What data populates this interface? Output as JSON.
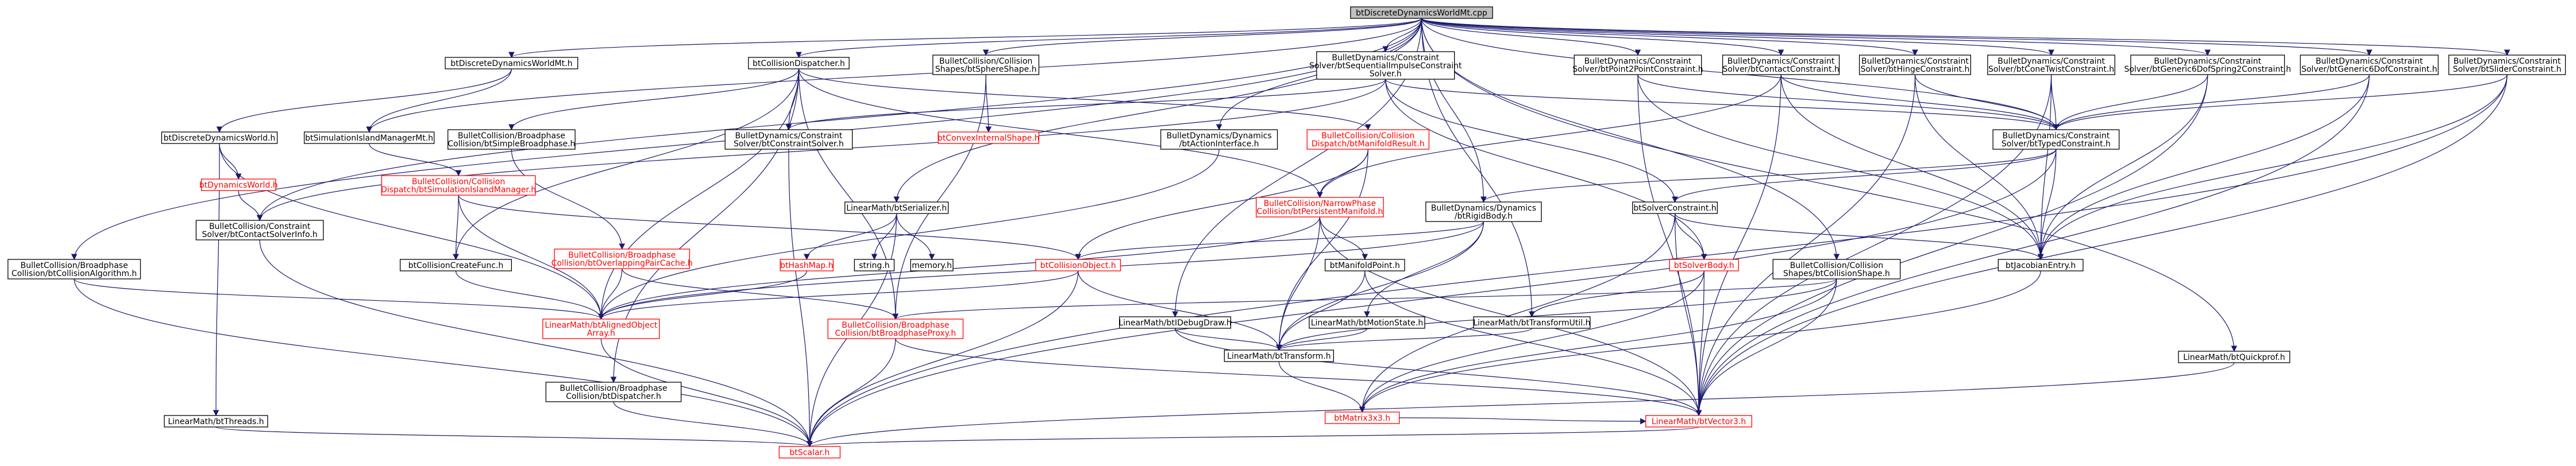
{
  "colors": {
    "root_fill": "#bfbfbf",
    "node_fill": "#ffffff",
    "node_stroke": "#000000",
    "incomplete_stroke": "#ff0000",
    "edge": "#191970",
    "text_normal": "#000000",
    "text_incomplete": "#ff0000"
  },
  "nodes": [
    {
      "id": "root",
      "lines": [
        "btDiscreteDynamicsWorldMt.cpp"
      ],
      "root": true
    },
    {
      "id": "dwmt_h",
      "lines": [
        "btDiscreteDynamicsWorldMt.h"
      ]
    },
    {
      "id": "coll_disp_h",
      "lines": [
        "btCollisionDispatcher.h"
      ]
    },
    {
      "id": "sphere_h",
      "lines": [
        "BulletCollision/Collision",
        "Shapes/btSphereShape.h"
      ]
    },
    {
      "id": "seq_solver_h",
      "lines": [
        "BulletDynamics/Constraint",
        "Solver/btSequentialImpulseConstraint",
        "Solver.h"
      ]
    },
    {
      "id": "p2p_h",
      "lines": [
        "BulletDynamics/Constraint",
        "Solver/btPoint2PointConstraint.h"
      ]
    },
    {
      "id": "contact_c_h",
      "lines": [
        "BulletDynamics/Constraint",
        "Solver/btContactConstraint.h"
      ]
    },
    {
      "id": "hinge_h",
      "lines": [
        "BulletDynamics/Constraint",
        "Solver/btHingeConstraint.h"
      ]
    },
    {
      "id": "cone_h",
      "lines": [
        "BulletDynamics/Constraint",
        "Solver/btConeTwistConstraint.h"
      ]
    },
    {
      "id": "g6s2_h",
      "lines": [
        "BulletDynamics/Constraint",
        "Solver/btGeneric6DofSpring2Constraint.h"
      ]
    },
    {
      "id": "g6_h",
      "lines": [
        "BulletDynamics/Constraint",
        "Solver/btGeneric6DofConstraint.h"
      ]
    },
    {
      "id": "slider_h",
      "lines": [
        "BulletDynamics/Constraint",
        "Solver/btSliderConstraint.h"
      ]
    },
    {
      "id": "ddw_h",
      "lines": [
        "btDiscreteDynamicsWorld.h"
      ]
    },
    {
      "id": "sim_island_mt_h",
      "lines": [
        "btSimulationIslandManagerMt.h"
      ]
    },
    {
      "id": "simple_bp_h",
      "lines": [
        "BulletCollision/Broadphase",
        "Collision/btSimpleBroadphase.h"
      ]
    },
    {
      "id": "constraint_solver_h",
      "lines": [
        "BulletDynamics/Constraint",
        "Solver/btConstraintSolver.h"
      ]
    },
    {
      "id": "convex_internal_h",
      "lines": [
        "btConvexInternalShape.h"
      ],
      "incomplete": true
    },
    {
      "id": "action_if_h",
      "lines": [
        "BulletDynamics/Dynamics",
        "/btActionInterface.h"
      ]
    },
    {
      "id": "manifold_result_h",
      "lines": [
        "BulletCollision/Collision",
        "Dispatch/btManifoldResult.h"
      ],
      "incomplete": true
    },
    {
      "id": "typed_c_h",
      "lines": [
        "BulletDynamics/Constraint",
        "Solver/btTypedConstraint.h"
      ]
    },
    {
      "id": "dyn_world_h",
      "lines": [
        "btDynamicsWorld.h"
      ],
      "incomplete": true
    },
    {
      "id": "sim_island_h",
      "lines": [
        "BulletCollision/Collision",
        "Dispatch/btSimulationIslandManager.h"
      ],
      "incomplete": true
    },
    {
      "id": "serializer_h",
      "lines": [
        "LinearMath/btSerializer.h"
      ]
    },
    {
      "id": "persistent_h",
      "lines": [
        "BulletCollision/NarrowPhase",
        "Collision/btPersistentManifold.h"
      ],
      "incomplete": true
    },
    {
      "id": "rigid_body_h",
      "lines": [
        "BulletDynamics/Dynamics",
        "/btRigidBody.h"
      ]
    },
    {
      "id": "solver_c_h",
      "lines": [
        "btSolverConstraint.h"
      ]
    },
    {
      "id": "contact_solver_info_h",
      "lines": [
        "BulletCollision/Constraint",
        "Solver/btContactSolverInfo.h"
      ]
    },
    {
      "id": "collision_algo_h",
      "lines": [
        "BulletCollision/Broadphase",
        "Collision/btCollisionAlgorithm.h"
      ]
    },
    {
      "id": "coll_create_func_h",
      "lines": [
        "btCollisionCreateFunc.h"
      ]
    },
    {
      "id": "overlap_cache_h",
      "lines": [
        "BulletCollision/Broadphase",
        "Collision/btOverlappingPairCache.h"
      ],
      "incomplete": true
    },
    {
      "id": "hashmap_h",
      "lines": [
        "btHashMap.h"
      ],
      "incomplete": true
    },
    {
      "id": "string_h",
      "lines": [
        "string.h"
      ]
    },
    {
      "id": "memory_h",
      "lines": [
        "memory.h"
      ]
    },
    {
      "id": "coll_obj_h",
      "lines": [
        "btCollisionObject.h"
      ],
      "incomplete": true
    },
    {
      "id": "manifold_point_h",
      "lines": [
        "btManifoldPoint.h"
      ]
    },
    {
      "id": "solver_body_h",
      "lines": [
        "btSolverBody.h"
      ],
      "incomplete": true
    },
    {
      "id": "coll_shape_h",
      "lines": [
        "BulletCollision/Collision",
        "Shapes/btCollisionShape.h"
      ]
    },
    {
      "id": "jacobian_h",
      "lines": [
        "btJacobianEntry.h"
      ]
    },
    {
      "id": "aligned_array_h",
      "lines": [
        "LinearMath/btAlignedObject",
        "Array.h"
      ],
      "incomplete": true
    },
    {
      "id": "bp_proxy_h",
      "lines": [
        "BulletCollision/Broadphase",
        "Collision/btBroadphaseProxy.h"
      ],
      "incomplete": true
    },
    {
      "id": "debug_draw_h",
      "lines": [
        "LinearMath/btIDebugDraw.h"
      ]
    },
    {
      "id": "motion_state_h",
      "lines": [
        "LinearMath/btMotionState.h"
      ]
    },
    {
      "id": "transform_util_h",
      "lines": [
        "LinearMath/btTransformUtil.h"
      ]
    },
    {
      "id": "quickprof_h",
      "lines": [
        "LinearMath/btQuickprof.h"
      ]
    },
    {
      "id": "dispatcher_h",
      "lines": [
        "BulletCollision/Broadphase",
        "Collision/btDispatcher.h"
      ]
    },
    {
      "id": "transform_h",
      "lines": [
        "LinearMath/btTransform.h"
      ]
    },
    {
      "id": "threads_h",
      "lines": [
        "LinearMath/btThreads.h"
      ]
    },
    {
      "id": "matrix_h",
      "lines": [
        "btMatrix3x3.h"
      ],
      "incomplete": true
    },
    {
      "id": "vector3_h",
      "lines": [
        "LinearMath/btVector3.h"
      ],
      "incomplete": true
    },
    {
      "id": "scalar_h",
      "lines": [
        "btScalar.h"
      ],
      "incomplete": true
    }
  ],
  "edges": [
    [
      "root",
      "dwmt_h"
    ],
    [
      "root",
      "coll_disp_h"
    ],
    [
      "root",
      "sphere_h"
    ],
    [
      "root",
      "seq_solver_h"
    ],
    [
      "root",
      "p2p_h"
    ],
    [
      "root",
      "contact_c_h"
    ],
    [
      "root",
      "hinge_h"
    ],
    [
      "root",
      "cone_h"
    ],
    [
      "root",
      "g6s2_h"
    ],
    [
      "root",
      "g6_h"
    ],
    [
      "root",
      "slider_h"
    ],
    [
      "root",
      "sim_island_mt_h"
    ],
    [
      "root",
      "serializer_h"
    ],
    [
      "root",
      "collision_algo_h"
    ],
    [
      "root",
      "contact_solver_info_h"
    ],
    [
      "root",
      "action_if_h"
    ],
    [
      "root",
      "rigid_body_h"
    ],
    [
      "root",
      "coll_shape_h"
    ],
    [
      "root",
      "debug_draw_h"
    ],
    [
      "root",
      "transform_util_h"
    ],
    [
      "root",
      "quickprof_h"
    ],
    [
      "root",
      "typed_c_h"
    ],
    [
      "dwmt_h",
      "ddw_h"
    ],
    [
      "dwmt_h",
      "sim_island_mt_h"
    ],
    [
      "ddw_h",
      "dyn_world_h"
    ],
    [
      "ddw_h",
      "threads_h"
    ],
    [
      "ddw_h",
      "aligned_array_h"
    ],
    [
      "dyn_world_h",
      "contact_solver_info_h"
    ],
    [
      "sim_island_mt_h",
      "sim_island_h"
    ],
    [
      "sim_island_h",
      "coll_create_func_h"
    ],
    [
      "sim_island_h",
      "aligned_array_h"
    ],
    [
      "sim_island_h",
      "coll_obj_h"
    ],
    [
      "coll_disp_h",
      "simple_bp_h"
    ],
    [
      "coll_disp_h",
      "constraint_solver_h"
    ],
    [
      "coll_disp_h",
      "manifold_result_h"
    ],
    [
      "coll_disp_h",
      "coll_create_func_h"
    ],
    [
      "coll_disp_h",
      "dispatcher_h"
    ],
    [
      "coll_disp_h",
      "bp_proxy_h"
    ],
    [
      "coll_disp_h",
      "aligned_array_h"
    ],
    [
      "coll_disp_h",
      "persistent_h"
    ],
    [
      "simple_bp_h",
      "overlap_cache_h"
    ],
    [
      "overlap_cache_h",
      "aligned_array_h"
    ],
    [
      "overlap_cache_h",
      "bp_proxy_h"
    ],
    [
      "sphere_h",
      "convex_internal_h"
    ],
    [
      "sphere_h",
      "bp_proxy_h"
    ],
    [
      "seq_solver_h",
      "constraint_solver_h"
    ],
    [
      "seq_solver_h",
      "solver_c_h"
    ],
    [
      "seq_solver_h",
      "typed_c_h"
    ],
    [
      "seq_solver_h",
      "contact_solver_info_h"
    ],
    [
      "seq_solver_h",
      "solver_body_h"
    ],
    [
      "constraint_solver_h",
      "scalar_h"
    ],
    [
      "action_if_h",
      "aligned_array_h"
    ],
    [
      "manifold_result_h",
      "persistent_h"
    ],
    [
      "manifold_result_h",
      "coll_obj_h"
    ],
    [
      "manifold_result_h",
      "transform_h"
    ],
    [
      "persistent_h",
      "manifold_point_h"
    ],
    [
      "persistent_h",
      "aligned_array_h"
    ],
    [
      "persistent_h",
      "vector3_h"
    ],
    [
      "persistent_h",
      "transform_h"
    ],
    [
      "rigid_body_h",
      "coll_obj_h"
    ],
    [
      "rigid_body_h",
      "motion_state_h"
    ],
    [
      "rigid_body_h",
      "aligned_array_h"
    ],
    [
      "rigid_body_h",
      "transform_h"
    ],
    [
      "typed_c_h",
      "rigid_body_h"
    ],
    [
      "typed_c_h",
      "solver_c_h"
    ],
    [
      "typed_c_h",
      "jacobian_h"
    ],
    [
      "typed_c_h",
      "scalar_h"
    ],
    [
      "p2p_h",
      "typed_c_h"
    ],
    [
      "p2p_h",
      "jacobian_h"
    ],
    [
      "p2p_h",
      "vector3_h"
    ],
    [
      "contact_c_h",
      "typed_c_h"
    ],
    [
      "contact_c_h",
      "persistent_h"
    ],
    [
      "contact_c_h",
      "jacobian_h"
    ],
    [
      "contact_c_h",
      "vector3_h"
    ],
    [
      "hinge_h",
      "typed_c_h"
    ],
    [
      "hinge_h",
      "jacobian_h"
    ],
    [
      "hinge_h",
      "vector3_h"
    ],
    [
      "cone_h",
      "typed_c_h"
    ],
    [
      "cone_h",
      "jacobian_h"
    ],
    [
      "cone_h",
      "vector3_h"
    ],
    [
      "g6s2_h",
      "typed_c_h"
    ],
    [
      "g6s2_h",
      "jacobian_h"
    ],
    [
      "g6s2_h",
      "vector3_h"
    ],
    [
      "g6_h",
      "typed_c_h"
    ],
    [
      "g6_h",
      "jacobian_h"
    ],
    [
      "g6_h",
      "vector3_h"
    ],
    [
      "slider_h",
      "typed_c_h"
    ],
    [
      "slider_h",
      "jacobian_h"
    ],
    [
      "slider_h",
      "vector3_h"
    ],
    [
      "slider_h",
      "scalar_h"
    ],
    [
      "solver_c_h",
      "jacobian_h"
    ],
    [
      "solver_c_h",
      "solver_body_h"
    ],
    [
      "solver_c_h",
      "matrix_h"
    ],
    [
      "solver_c_h",
      "vector3_h"
    ],
    [
      "solver_body_h",
      "transform_util_h"
    ],
    [
      "solver_body_h",
      "matrix_h"
    ],
    [
      "solver_body_h",
      "vector3_h"
    ],
    [
      "jacobian_h",
      "matrix_h"
    ],
    [
      "coll_shape_h",
      "transform_h"
    ],
    [
      "coll_shape_h",
      "bp_proxy_h"
    ],
    [
      "coll_shape_h",
      "vector3_h"
    ],
    [
      "coll_shape_h",
      "matrix_h"
    ],
    [
      "serializer_h",
      "hashmap_h"
    ],
    [
      "serializer_h",
      "string_h"
    ],
    [
      "serializer_h",
      "memory_h"
    ],
    [
      "serializer_h",
      "scalar_h"
    ],
    [
      "hashmap_h",
      "aligned_array_h"
    ],
    [
      "collision_algo_h",
      "aligned_array_h"
    ],
    [
      "collision_algo_h",
      "scalar_h"
    ],
    [
      "contact_solver_info_h",
      "scalar_h"
    ],
    [
      "coll_create_func_h",
      "aligned_array_h"
    ],
    [
      "coll_obj_h",
      "transform_h"
    ],
    [
      "coll_obj_h",
      "aligned_array_h"
    ],
    [
      "coll_obj_h",
      "scalar_h"
    ],
    [
      "manifold_point_h",
      "transform_h"
    ],
    [
      "manifold_point_h",
      "vector3_h"
    ],
    [
      "aligned_array_h",
      "scalar_h"
    ],
    [
      "bp_proxy_h",
      "scalar_h"
    ],
    [
      "bp_proxy_h",
      "vector3_h"
    ],
    [
      "debug_draw_h",
      "transform_h"
    ],
    [
      "debug_draw_h",
      "vector3_h"
    ],
    [
      "motion_state_h",
      "transform_h"
    ],
    [
      "transform_util_h",
      "transform_h"
    ],
    [
      "quickprof_h",
      "scalar_h"
    ],
    [
      "dispatcher_h",
      "scalar_h"
    ],
    [
      "transform_h",
      "matrix_h"
    ],
    [
      "threads_h",
      "scalar_h"
    ],
    [
      "matrix_h",
      "vector3_h"
    ],
    [
      "vector3_h",
      "scalar_h"
    ]
  ]
}
